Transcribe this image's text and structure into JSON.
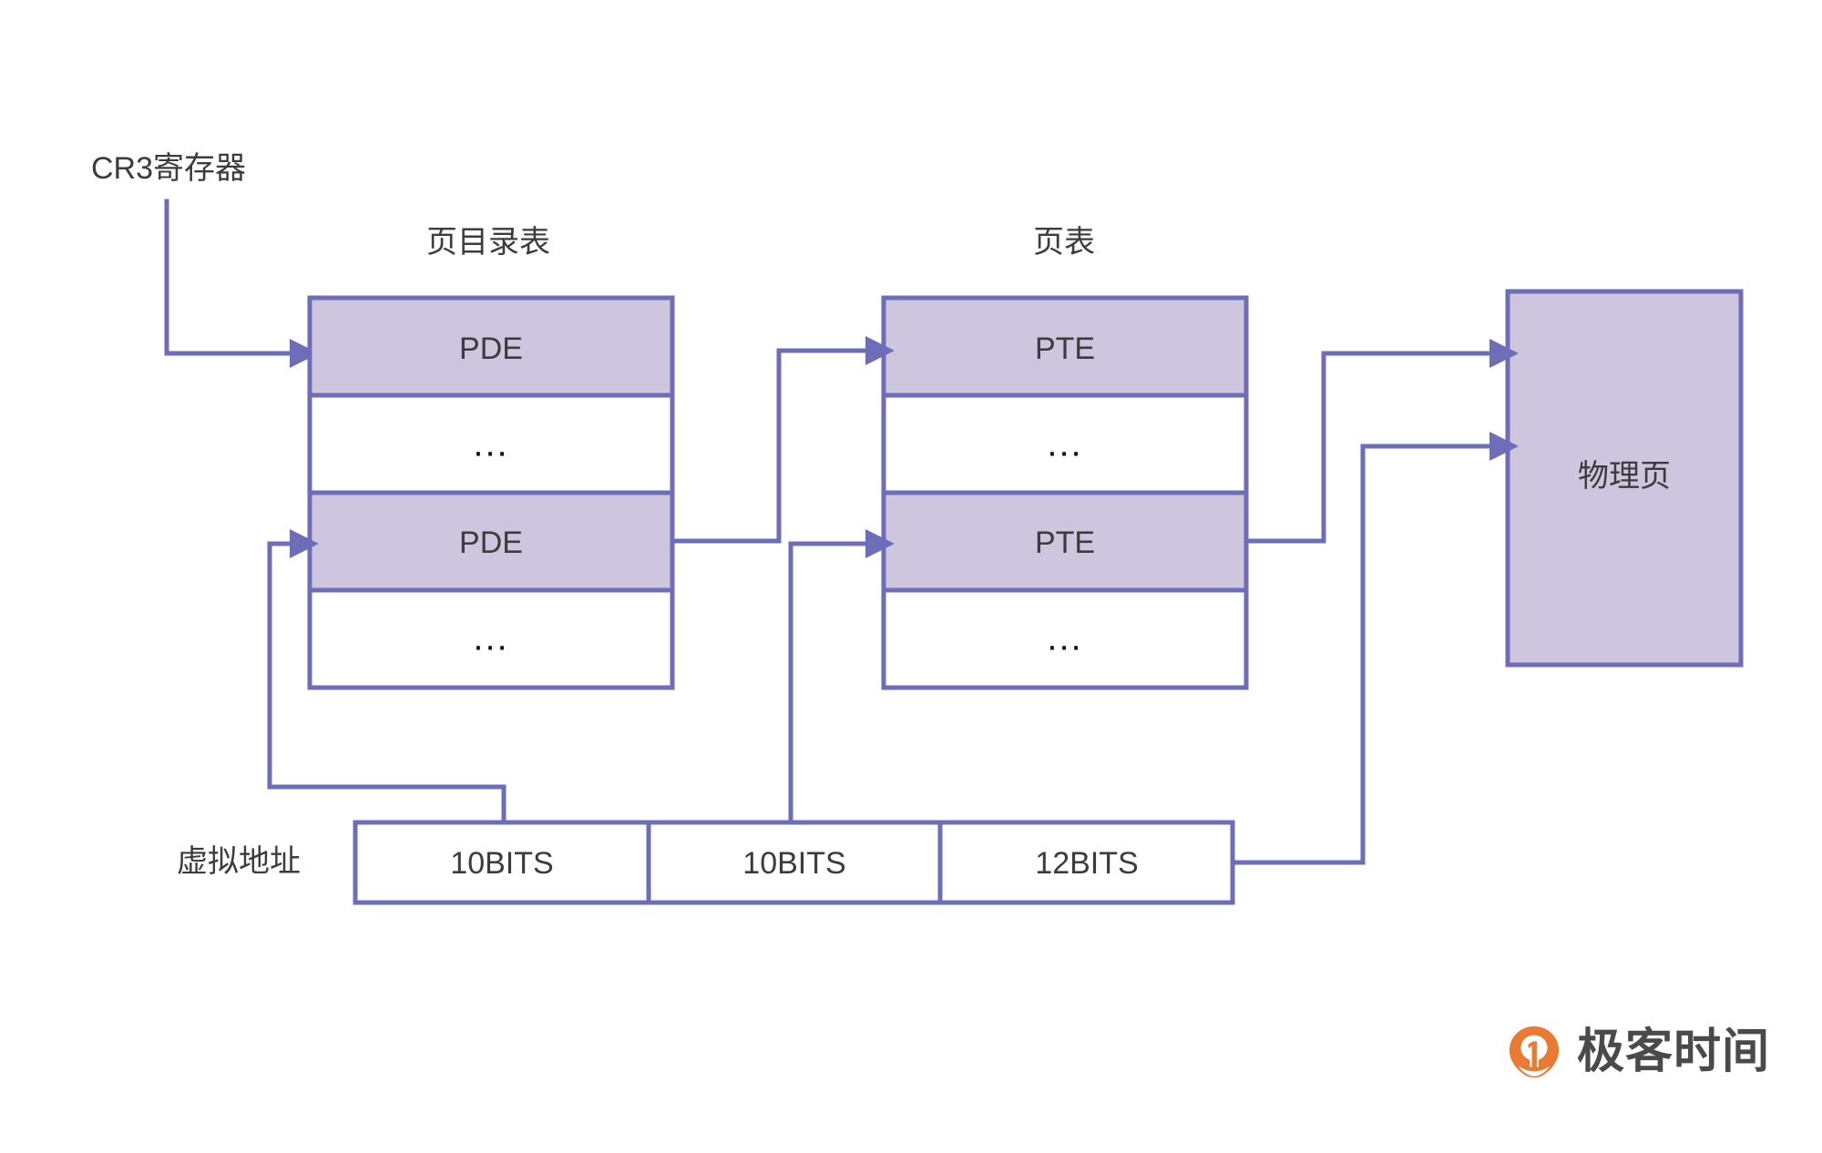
{
  "diagram": {
    "title_cr3": "CR3寄存器",
    "label_page_directory": "页目录表",
    "label_page_table": "页表",
    "label_physical_page": "物理页",
    "label_virtual_address": "虚拟地址",
    "ellipsis": "...",
    "colors": {
      "stroke": "#6D6DB8",
      "fill_highlight": "#CEC5DF",
      "fill_empty": "#FFFFFF",
      "text": "#3C3C3C",
      "brand_orange": "#E87A33",
      "brand_text": "#4A4A4A"
    },
    "page_directory": {
      "name": "页目录表",
      "rows": [
        {
          "label": "PDE",
          "filled": true
        },
        {
          "label": "...",
          "filled": false
        },
        {
          "label": "PDE",
          "filled": true
        },
        {
          "label": "...",
          "filled": false
        }
      ]
    },
    "page_table": {
      "name": "页表",
      "rows": [
        {
          "label": "PTE",
          "filled": true
        },
        {
          "label": "...",
          "filled": false
        },
        {
          "label": "PTE",
          "filled": true
        },
        {
          "label": "...",
          "filled": false
        }
      ]
    },
    "physical_page": {
      "label": "物理页"
    },
    "virtual_address": {
      "label": "虚拟地址",
      "segments": [
        {
          "label": "10BITS",
          "bits": 10
        },
        {
          "label": "10BITS",
          "bits": 10
        },
        {
          "label": "12BITS",
          "bits": 12
        }
      ]
    }
  },
  "brand": {
    "name": "极客时间",
    "mark": "geektime-logo-icon"
  }
}
